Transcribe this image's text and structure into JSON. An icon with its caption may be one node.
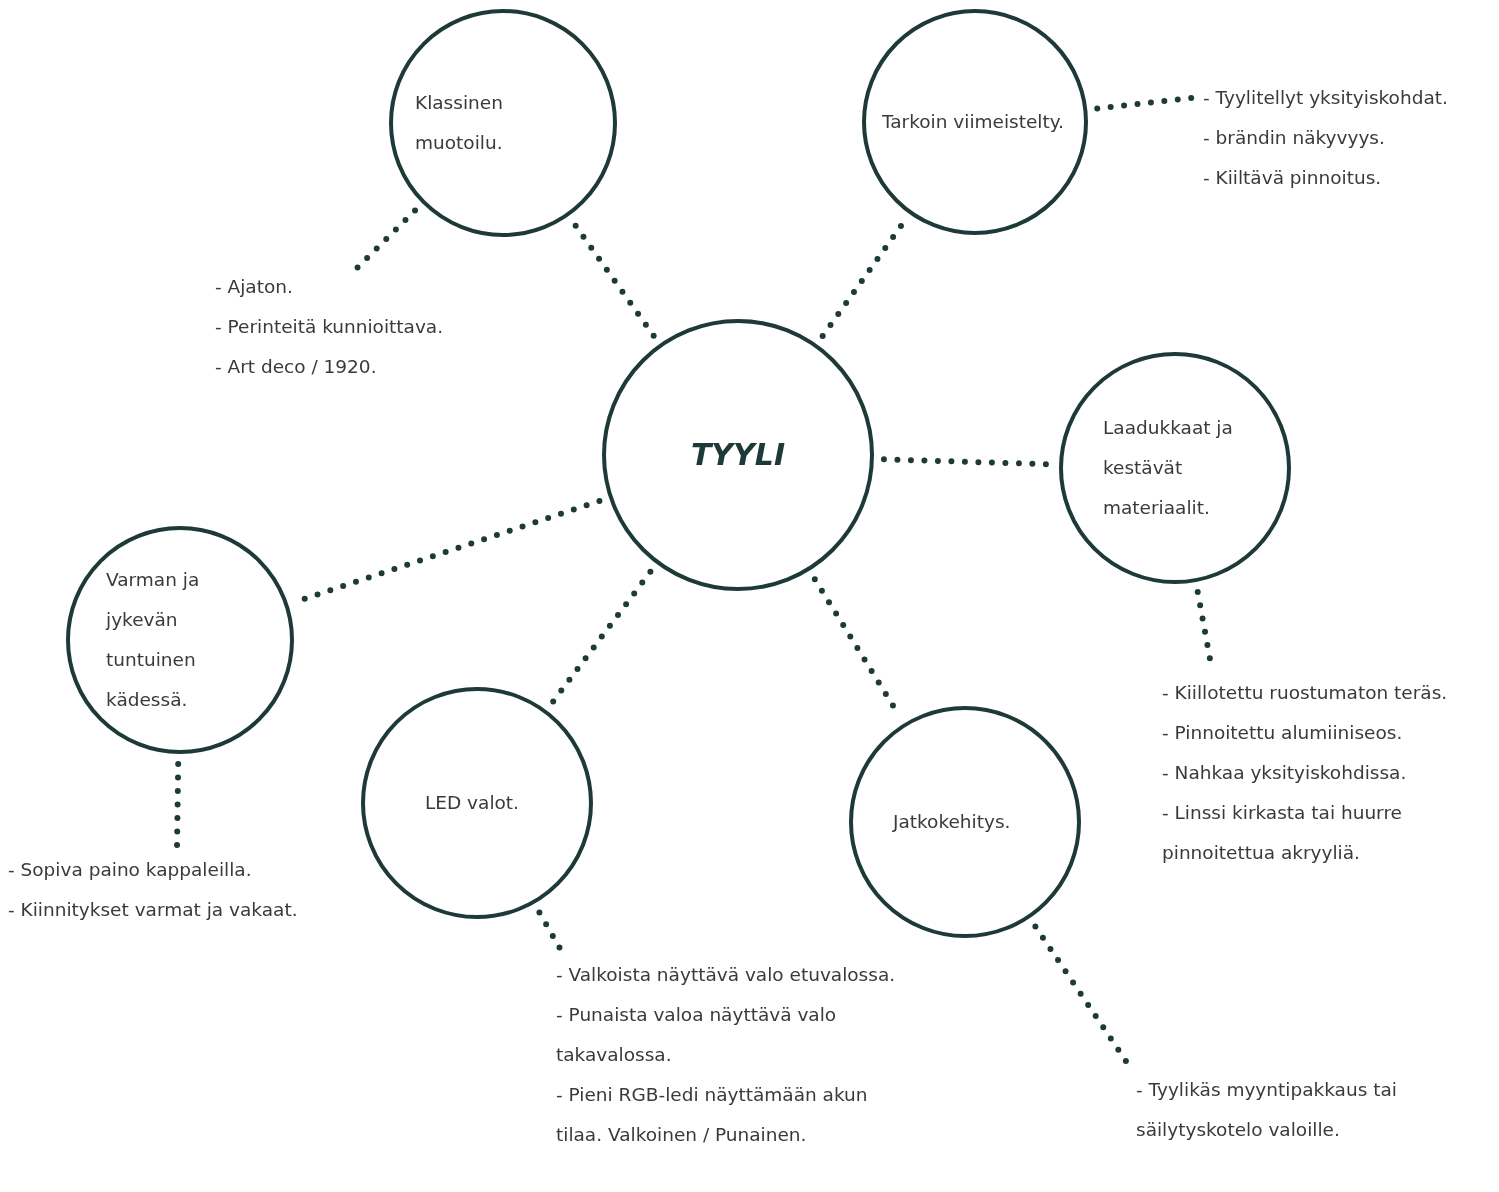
{
  "diagram": {
    "nodes": [
      {
        "text": [
          "Klassinen muotoilu."
        ]
      },
      {
        "text": [
          "Tarkoin viimeistelty."
        ]
      },
      {
        "text": [
          "- Ajaton.",
          "- Perinteitä kunnioittava.",
          "- Art deco / 1920."
        ]
      },
      {
        "text": [
          "- Tyylitellyt yksityiskohdat.",
          "- brändin näkyvyys.",
          "- Kiiltävä pinnoitus."
        ]
      },
      {
        "text": [
          "TYYLI"
        ]
      },
      {
        "text": [
          "Laadukkaat ja kestävät materiaalit."
        ]
      },
      {
        "text": [
          "Varman ja jykevän tuntuinen kädessä."
        ]
      },
      {
        "text": [
          "LED valot."
        ]
      },
      {
        "text": [
          "Jatkokehitys."
        ]
      },
      {
        "text": [
          "- Kiillotettu ruostumaton teräs.",
          "- Pinnoitettu alumiiniseos.",
          "- Nahkaa yksityiskohdissa.",
          "- Linssi kirkasta tai huurre pinnoitettua akryyliä."
        ]
      },
      {
        "text": [
          "- Sopiva paino kappaleilla.",
          "- Kiinnitykset varmat ja vakaat."
        ]
      },
      {
        "text": [
          "- Valkoista näyttävä valo etuvalossa.",
          "- Punaista valoa näyttävä valo takavalossa.",
          "- Pieni RGB-ledi näyttämään akun tilaa. Valkoinen / Punainen."
        ]
      },
      {
        "text": [
          "- Tyylikäs myyntipakkaus tai säilytyskotelo valoille."
        ]
      }
    ],
    "edges": [
      {
        "from": 4,
        "to": 0,
        "arrow": "none"
      },
      {
        "from": 4,
        "to": 1,
        "arrow": "none"
      },
      {
        "from": 4,
        "to": 5,
        "arrow": "none"
      },
      {
        "from": 4,
        "to": 6,
        "arrow": "none"
      },
      {
        "from": 4,
        "to": 7,
        "arrow": "none"
      },
      {
        "from": 4,
        "to": 8,
        "arrow": "none"
      },
      {
        "from": 0,
        "to": 2,
        "arrow": "none"
      },
      {
        "from": 1,
        "to": 3,
        "arrow": "none"
      },
      {
        "from": 5,
        "to": 9,
        "arrow": "none"
      },
      {
        "from": 6,
        "to": 10,
        "arrow": "none"
      },
      {
        "from": 7,
        "to": 11,
        "arrow": "none"
      },
      {
        "from": 8,
        "to": 12,
        "arrow": "none"
      }
    ]
  }
}
